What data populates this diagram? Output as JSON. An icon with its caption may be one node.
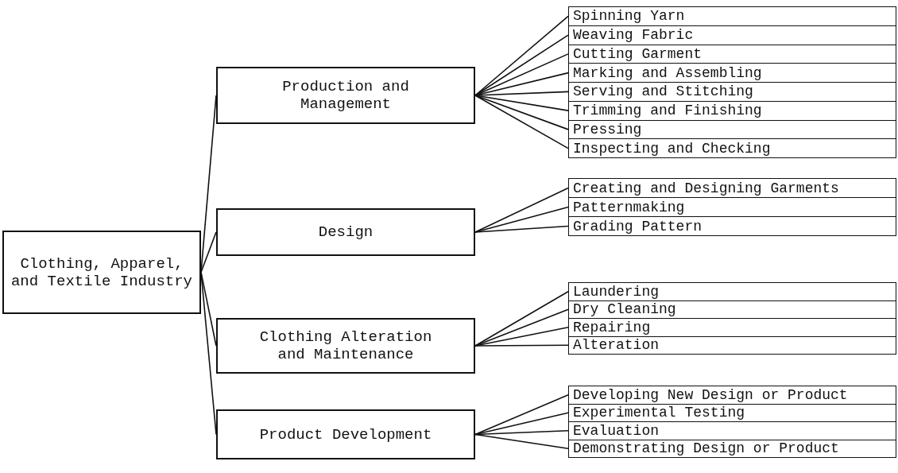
{
  "diagram": {
    "nodes": [
      {
        "text": [
          "Clothing, Apparel, and Textile Industry"
        ]
      },
      {
        "text": [
          "Production and Management"
        ]
      },
      {
        "text": [
          "Spinning Yarn"
        ]
      },
      {
        "text": [
          "Weaving Fabric"
        ]
      },
      {
        "text": [
          "Cutting Garment"
        ]
      },
      {
        "text": [
          "Marking and Assembling"
        ]
      },
      {
        "text": [
          "Serving and Stitching"
        ]
      },
      {
        "text": [
          "Trimming and Finishing"
        ]
      },
      {
        "text": [
          "Pressing"
        ]
      },
      {
        "text": [
          "Inspecting and Checking"
        ]
      },
      {
        "text": [
          "Design"
        ]
      },
      {
        "text": [
          "Creating and Designing Garments"
        ]
      },
      {
        "text": [
          "Patternmaking"
        ]
      },
      {
        "text": [
          "Grading Pattern"
        ]
      },
      {
        "text": [
          "Clothing Alteration and Maintenance"
        ]
      },
      {
        "text": [
          "Laundering"
        ]
      },
      {
        "text": [
          "Dry Cleaning"
        ]
      },
      {
        "text": [
          "Repairing"
        ]
      },
      {
        "text": [
          "Alteration"
        ]
      },
      {
        "text": [
          "Product Development"
        ]
      },
      {
        "text": [
          "Developing New Design or Product"
        ]
      },
      {
        "text": [
          "Experimental Testing"
        ]
      },
      {
        "text": [
          "Evaluation"
        ]
      },
      {
        "text": [
          "Demonstrating Design or Product"
        ]
      }
    ],
    "edges": [
      {
        "from": 0,
        "to": 1,
        "arrow": "none"
      },
      {
        "from": 0,
        "to": 10,
        "arrow": "none"
      },
      {
        "from": 0,
        "to": 14,
        "arrow": "none"
      },
      {
        "from": 0,
        "to": 19,
        "arrow": "none"
      },
      {
        "from": 1,
        "to": 2,
        "arrow": "none"
      },
      {
        "from": 1,
        "to": 3,
        "arrow": "none"
      },
      {
        "from": 1,
        "to": 4,
        "arrow": "none"
      },
      {
        "from": 1,
        "to": 5,
        "arrow": "none"
      },
      {
        "from": 1,
        "to": 6,
        "arrow": "none"
      },
      {
        "from": 1,
        "to": 7,
        "arrow": "none"
      },
      {
        "from": 1,
        "to": 8,
        "arrow": "none"
      },
      {
        "from": 1,
        "to": 9,
        "arrow": "none"
      },
      {
        "from": 10,
        "to": 11,
        "arrow": "none"
      },
      {
        "from": 10,
        "to": 12,
        "arrow": "none"
      },
      {
        "from": 10,
        "to": 13,
        "arrow": "none"
      },
      {
        "from": 14,
        "to": 15,
        "arrow": "none"
      },
      {
        "from": 14,
        "to": 16,
        "arrow": "none"
      },
      {
        "from": 14,
        "to": 17,
        "arrow": "none"
      },
      {
        "from": 14,
        "to": 18,
        "arrow": "none"
      },
      {
        "from": 19,
        "to": 20,
        "arrow": "none"
      },
      {
        "from": 19,
        "to": 21,
        "arrow": "none"
      },
      {
        "from": 19,
        "to": 22,
        "arrow": "none"
      },
      {
        "from": 19,
        "to": 23,
        "arrow": "none"
      }
    ]
  }
}
